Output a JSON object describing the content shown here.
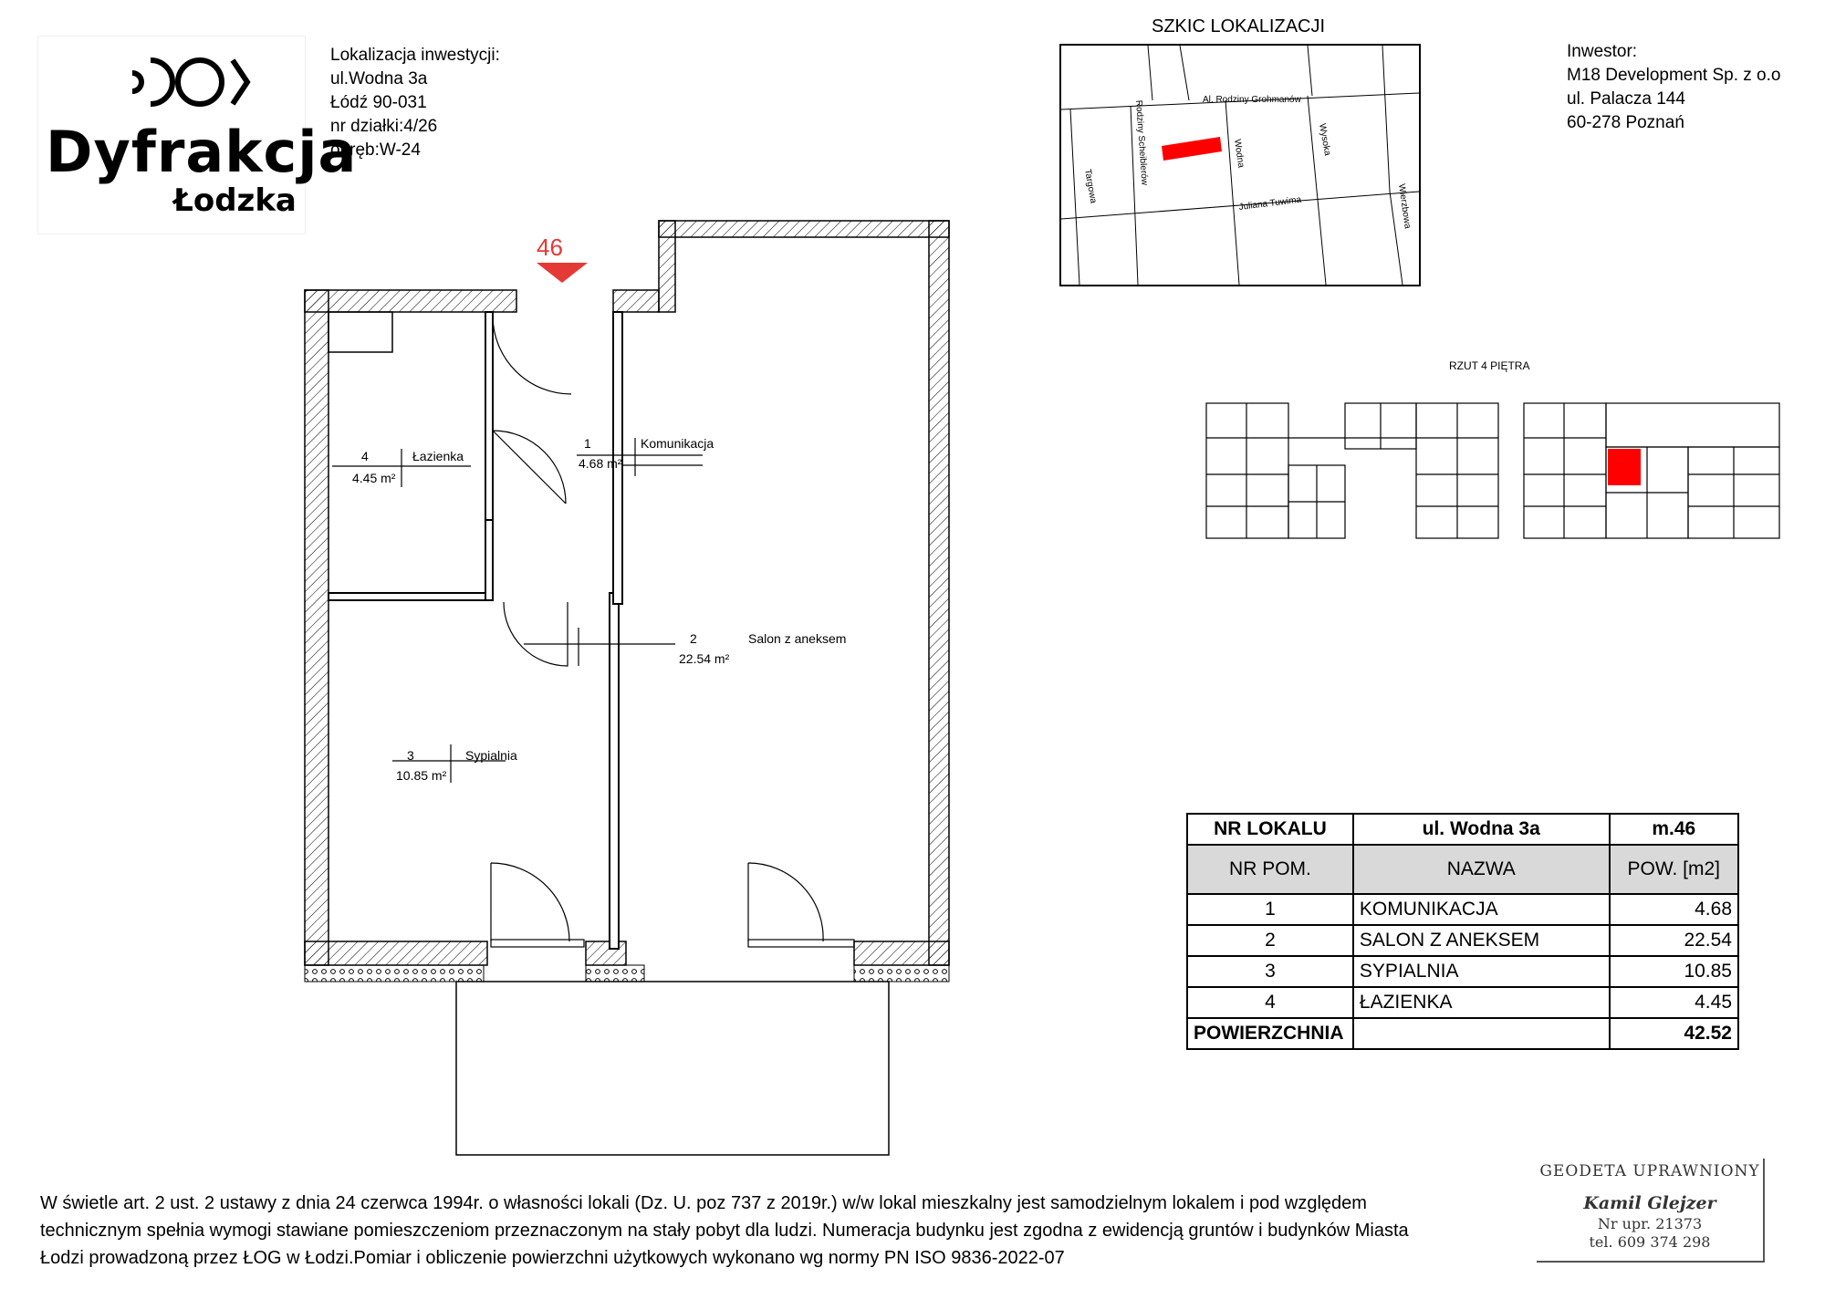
{
  "brand": {
    "name": "Dyfrakcja",
    "subname": "Łodzka"
  },
  "location": {
    "title": "Lokalizacja inwestycji:",
    "street": "ul.Wodna 3a",
    "city": "Łódź 90-031",
    "plot": "nr działki:4/26",
    "district": "obręb:W-24"
  },
  "investor": {
    "title": "Inwestor:",
    "name": "M18 Development Sp. z o.o",
    "street": "ul. Palacza 144",
    "city": "60-278 Poznań"
  },
  "map": {
    "title": "SZKIC LOKALIZACJI",
    "streets": [
      "Al. Rodziny Grohmanów",
      "Rodziny Scheiblerów",
      "Wodna",
      "Wysoka",
      "Juliana Tuwima",
      "Targowa",
      "Wierzbowa"
    ],
    "highlight_color": "#ff0000"
  },
  "floor_overview": {
    "title": "RZUT 4 PIĘTRA"
  },
  "unit_marker": {
    "number": "46",
    "color": "#e53935"
  },
  "rooms": [
    {
      "num": "1",
      "name": "Komunikacja",
      "area": "4.68 m²"
    },
    {
      "num": "2",
      "name": "Salon z aneksem",
      "area": "22.54 m²"
    },
    {
      "num": "3",
      "name": "Sypialnia",
      "area": "10.85 m²"
    },
    {
      "num": "4",
      "name": "Łazienka",
      "area": "4.45 m²"
    }
  ],
  "table": {
    "header": {
      "col1": "NR LOKALU",
      "col2": "ul. Wodna 3a",
      "col3": "m.46"
    },
    "columns": {
      "col1": "NR POM.",
      "col2": "NAZWA",
      "col3": "POW. [m2]"
    },
    "rows": [
      {
        "num": "1",
        "name": "KOMUNIKACJA",
        "area": "4.68"
      },
      {
        "num": "2",
        "name": "SALON Z ANEKSEM",
        "area": "22.54"
      },
      {
        "num": "3",
        "name": "SYPIALNIA",
        "area": "10.85"
      },
      {
        "num": "4",
        "name": "ŁAZIENKA",
        "area": "4.45"
      }
    ],
    "total": {
      "label": "POWIERZCHNIA",
      "value": "42.52"
    }
  },
  "footer": {
    "line1": "W świetle art. 2 ust. 2 ustawy z dnia 24 czerwca 1994r. o własności lokali (Dz. U. poz 737 z 2019r.) w/w lokal mieszkalny  jest samodzielnym lokalem i pod względem",
    "line2": "technicznym spełnia wymogi stawiane pomieszczeniom przeznaczonym na  stały pobyt  dla ludzi.  Numeracja budynku jest zgodna z ewidencją gruntów i budynków Miasta",
    "line3": "Łodzi prowadzoną przez ŁOG w Łodzi.Pomiar i obliczenie powierzchni użytkowych wykonano wg normy PN ISO 9836-2022-07"
  },
  "stamp": {
    "title": "GEODETA UPRAWNIONY",
    "name": "Kamil Glejzer",
    "license": "Nr upr. 21373",
    "phone": "tel. 609 374 298"
  }
}
